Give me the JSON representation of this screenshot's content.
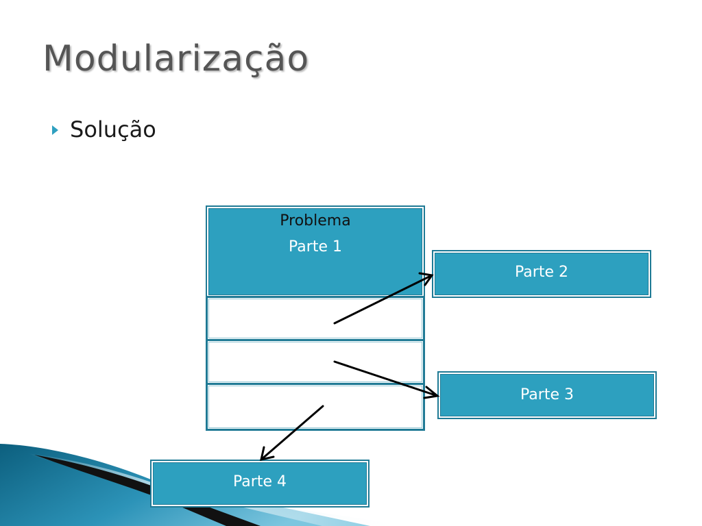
{
  "slide": {
    "title": "Modularização",
    "bullet": "Solução"
  },
  "diagram": {
    "problem_title": "Problema",
    "part1": "Parte 1",
    "part2": "Parte 2",
    "part3": "Parte 3",
    "part4": "Parte 4"
  },
  "colors": {
    "box_fill": "#2da0bf",
    "box_border": "#1f7a95",
    "title_text": "#555555",
    "bullet_marker": "#2fa0c0"
  }
}
